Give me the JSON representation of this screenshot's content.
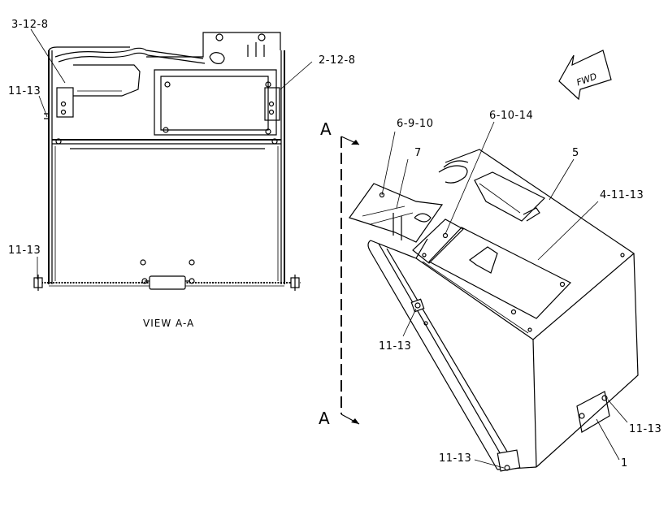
{
  "view": {
    "caption": "VIEW A-A",
    "labels": {
      "top_left": "3-12-8",
      "top_right": "2-12-8",
      "side_upper": "11-13",
      "side_lower": "11-13"
    }
  },
  "iso": {
    "section_marker_top": "A",
    "section_marker_bottom": "A",
    "direction_arrow": "FWD",
    "labels": {
      "bracket": "6-9-10",
      "plate": "6-10-14",
      "bracket_item": "7",
      "box": "5",
      "cover": "4-11-13",
      "clip_left": "11-13",
      "bolt_right": "11-13",
      "bolt_bottom": "11-13",
      "panel": "1"
    }
  }
}
